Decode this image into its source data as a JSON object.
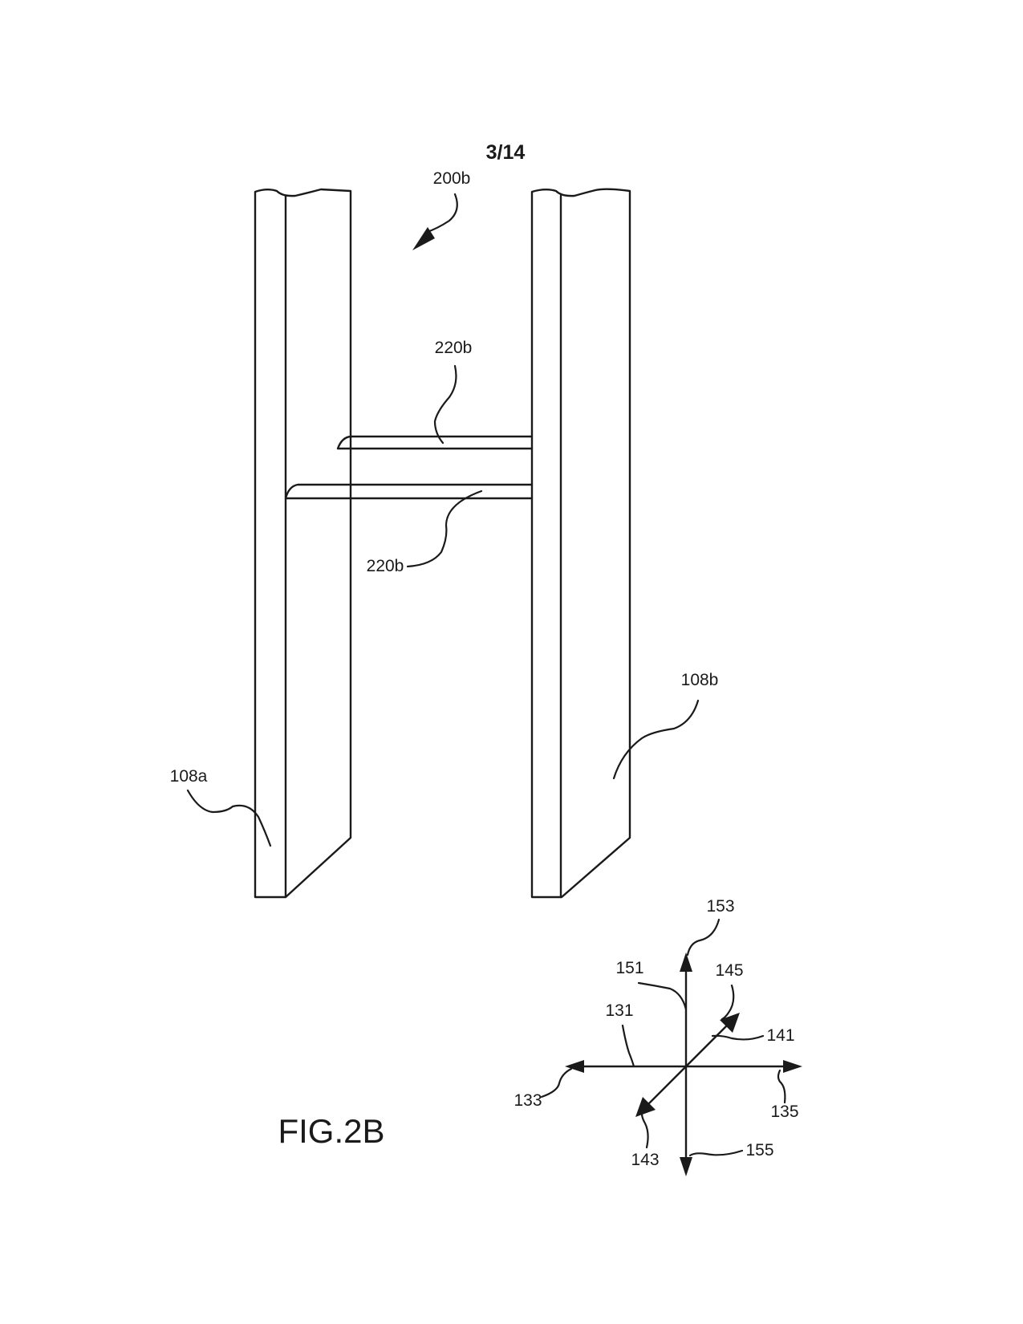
{
  "sheet": {
    "number": "3/14",
    "figure": "FIG.2B"
  },
  "labels": {
    "assembly": "200b",
    "wall_left": "108a",
    "wall_right": "108b",
    "member_upper": "220b",
    "member_lower": "220b",
    "axis_131": "131",
    "axis_133": "133",
    "axis_135": "135",
    "axis_141": "141",
    "axis_143": "143",
    "axis_145": "145",
    "axis_151": "151",
    "axis_153": "153",
    "axis_155": "155"
  }
}
